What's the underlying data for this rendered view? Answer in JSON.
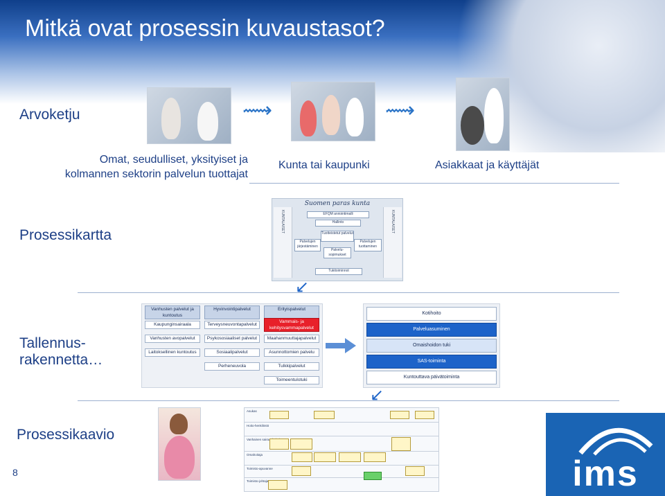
{
  "title": "Mitkä ovat prosessin kuvaustasot?",
  "sections": {
    "arvoketju": "Arvoketju",
    "prosessikartta": "Prosessikartta",
    "tallennus_line1": "Tallennus-",
    "tallennus_line2": "rakennetta…",
    "prosessikaavio": "Prosessikaavio"
  },
  "captions": {
    "providers_line1": "Omat, seudulliset, yksityiset ja",
    "providers_line2": "kolmannen sektorin palvelun tuottajat",
    "municipality": "Kunta tai kaupunki",
    "customers": "Asiakkaat ja käyttäjät"
  },
  "process_map": {
    "title": "Suomen paras kunta",
    "left_strip": "KUNTALAISET",
    "right_strip": "KUNTALAISET",
    "efqm": "EFQM arviointimalli",
    "hallinto": "Hallinto",
    "tuotteistetut": "Tuotteistetut palvelut",
    "jarjestaminen": "Palvelujen järjestäminen",
    "sopimukset": "Palvelu-sopimukset",
    "tuottaminen": "Palvelujen tuottaminen",
    "tukitoiminnot": "Tukitoiminnot"
  },
  "service_table": {
    "headers": [
      "Vanhusten palvelut ja kuntoutus",
      "Hyvinvointipalvelut",
      "Erityispalvelut"
    ],
    "rows": [
      [
        "Kaupunginsairaala",
        "Terveysneuvontapalvelut",
        "Vammais- ja kehitysvammapalvelut"
      ],
      [
        "Vanhusten avopalvelut",
        "Psykososiaaliset palvelut",
        "Maahanmuuttajapalvelut"
      ],
      [
        "Laitoksellinen kuntoutus",
        "Sosiaalipalvelut",
        "Asunnottomien palvelu"
      ],
      [
        "",
        "Perheneuvola",
        "Tulkkipalvelut"
      ],
      [
        "",
        "",
        "Toimeentulotuki"
      ]
    ]
  },
  "service_list": [
    "Kotihoito",
    "Palveluasuminen",
    "Omaishoidon tuki",
    "SAS-toiminta",
    "Kuntouttava päivätoiminta"
  ],
  "flow_lanes": [
    "Asukas",
    "Hoito-henkilöstö",
    "Vanhainen sairaanhoitaja",
    "Omahoitaja",
    "Toimisto-apuvanne",
    "Toimisto-johtaja"
  ],
  "page_number": "8",
  "logo_text": "ims",
  "colors": {
    "accent": "#1d3f86",
    "blue": "#1d63c9",
    "red": "#e8202a"
  }
}
